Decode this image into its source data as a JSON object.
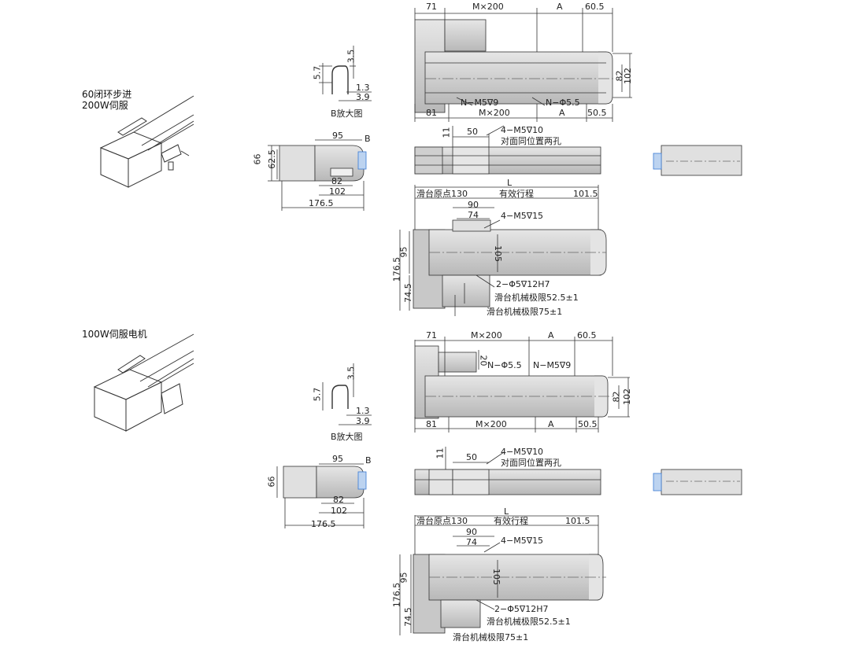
{
  "sections": [
    {
      "title_lines": [
        "60闭环步进",
        "200W伺服"
      ],
      "b_enlarge": {
        "caption": "B放大图",
        "dims": [
          "3.5",
          "5.7",
          "1.3",
          "3.9"
        ]
      },
      "front_view": {
        "dims": [
          "71",
          "M×200",
          "A",
          "60.5",
          "82",
          "102",
          "81",
          "M×200",
          "A",
          "50.5"
        ],
        "callouts": [
          "N−M5∇9",
          "N−Φ5.5"
        ]
      },
      "end_view": {
        "dims": [
          "95",
          "66",
          "62.5",
          "82",
          "102",
          "176.5"
        ],
        "b_label": "B"
      },
      "side_view": {
        "dims": [
          "11",
          "50"
        ],
        "callouts": [
          "4−M5∇10",
          "对面同位置两孔"
        ]
      },
      "top_view": {
        "dims": [
          "L",
          "滑台原点130",
          "有效行程",
          "101.5",
          "90",
          "74",
          "95",
          "105",
          "176.5",
          "74.5"
        ],
        "callouts": [
          "4−M5∇15",
          "2−Φ5∇12H7",
          "滑台机械极限52.5±1",
          "滑台机械极限75±1"
        ]
      }
    },
    {
      "title_lines": [
        "100W伺服电机"
      ],
      "b_enlarge": {
        "caption": "B放大图",
        "dims": [
          "3.5",
          "5.7",
          "1.3",
          "3.9"
        ]
      },
      "front_view": {
        "dims": [
          "71",
          "M×200",
          "A",
          "60.5",
          "20",
          "82",
          "102",
          "81",
          "M×200",
          "A",
          "50.5"
        ],
        "callouts": [
          "N−Φ5.5",
          "N−M5∇9"
        ]
      },
      "end_view": {
        "dims": [
          "95",
          "66",
          "82",
          "102",
          "176.5"
        ],
        "b_label": "B"
      },
      "side_view": {
        "dims": [
          "11",
          "50"
        ],
        "callouts": [
          "4−M5∇10",
          "对面同位置两孔"
        ]
      },
      "top_view": {
        "dims": [
          "L",
          "滑台原点130",
          "有效行程",
          "101.5",
          "90",
          "74",
          "95",
          "105",
          "176.5",
          "74.5"
        ],
        "callouts": [
          "4−M5∇15",
          "2−Φ5∇12H7",
          "滑台机械极限52.5±1",
          "滑台机械极限75±1"
        ]
      }
    }
  ],
  "colors": {
    "line": "#333333",
    "body_fill": "#d8d8d8",
    "body_shade": "#b4b4b4",
    "accent": "#3a7bd5"
  }
}
